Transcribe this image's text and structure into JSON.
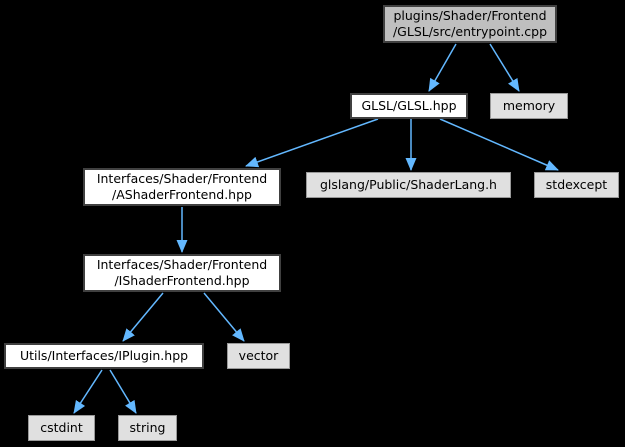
{
  "graph": {
    "background_color": "#000000",
    "edge_color": "#63B8FF",
    "node_styles": {
      "main": {
        "fill": "#BFBFBF",
        "border": "#404040"
      },
      "internal": {
        "fill": "#FFFFFF",
        "border": "#404040"
      },
      "external": {
        "fill": "#E0E0E0",
        "border": "#999999"
      }
    },
    "nodes": [
      {
        "id": "entrypoint-cpp",
        "label": "plugins/Shader/Frontend\n/GLSL/src/entrypoint.cpp",
        "type": "main"
      },
      {
        "id": "glsl-hpp",
        "label": "GLSL/GLSL.hpp",
        "type": "internal"
      },
      {
        "id": "memory",
        "label": "memory",
        "type": "external"
      },
      {
        "id": "ashaderfrontend-hpp",
        "label": "Interfaces/Shader/Frontend\n/AShaderFrontend.hpp",
        "type": "internal"
      },
      {
        "id": "shaderlang-h",
        "label": "glslang/Public/ShaderLang.h",
        "type": "external"
      },
      {
        "id": "stdexcept",
        "label": "stdexcept",
        "type": "external"
      },
      {
        "id": "ishaderfrontend-hpp",
        "label": "Interfaces/Shader/Frontend\n/IShaderFrontend.hpp",
        "type": "internal"
      },
      {
        "id": "iplugin-hpp",
        "label": "Utils/Interfaces/IPlugin.hpp",
        "type": "internal"
      },
      {
        "id": "vector",
        "label": "vector",
        "type": "external"
      },
      {
        "id": "cstdint",
        "label": "cstdint",
        "type": "external"
      },
      {
        "id": "string",
        "label": "string",
        "type": "external"
      }
    ],
    "edges": [
      {
        "from": "entrypoint-cpp",
        "to": "glsl-hpp"
      },
      {
        "from": "entrypoint-cpp",
        "to": "memory"
      },
      {
        "from": "glsl-hpp",
        "to": "ashaderfrontend-hpp"
      },
      {
        "from": "glsl-hpp",
        "to": "shaderlang-h"
      },
      {
        "from": "glsl-hpp",
        "to": "stdexcept"
      },
      {
        "from": "ashaderfrontend-hpp",
        "to": "ishaderfrontend-hpp"
      },
      {
        "from": "ishaderfrontend-hpp",
        "to": "iplugin-hpp"
      },
      {
        "from": "ishaderfrontend-hpp",
        "to": "vector"
      },
      {
        "from": "iplugin-hpp",
        "to": "cstdint"
      },
      {
        "from": "iplugin-hpp",
        "to": "string"
      }
    ]
  }
}
